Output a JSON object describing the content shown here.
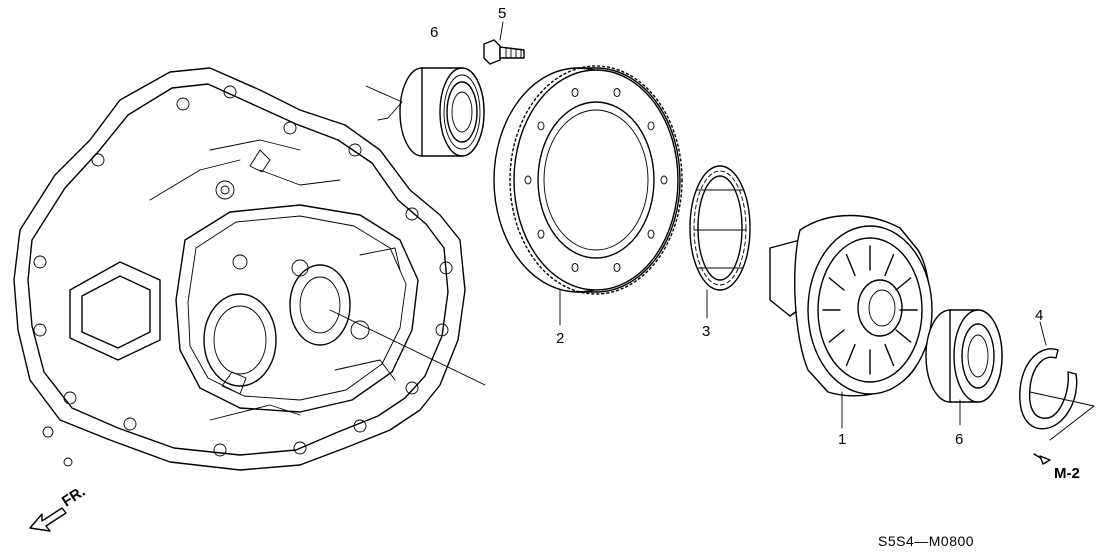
{
  "diagram": {
    "part_labels": [
      {
        "id": "label-1",
        "text": "1"
      },
      {
        "id": "label-2",
        "text": "2"
      },
      {
        "id": "label-3",
        "text": "3"
      },
      {
        "id": "label-4",
        "text": "4"
      },
      {
        "id": "label-5",
        "text": "5"
      },
      {
        "id": "label-6-top",
        "text": "6"
      },
      {
        "id": "label-6-bottom",
        "text": "6"
      }
    ],
    "front_indicator": "FR.",
    "section_reference": "M-2",
    "diagram_code": "S5S4—M0800"
  }
}
